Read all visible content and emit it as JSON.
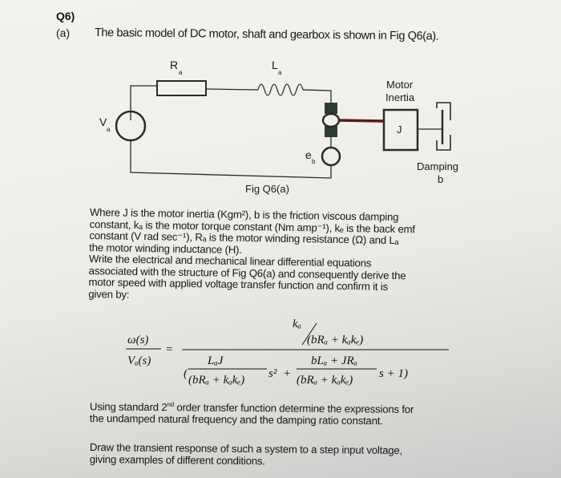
{
  "question": {
    "number": "Q6)",
    "part": "(a)",
    "intro": "The basic model of DC motor, shaft and gearbox is shown in Fig Q6(a)."
  },
  "figure": {
    "caption": "Fig Q6(a)",
    "labels": {
      "resistor": "R",
      "resistor_sub": "a",
      "inductor": "L",
      "inductor_sub": "a",
      "source": "V",
      "source_sub": "a",
      "back_emf": "e",
      "back_emf_sub": "b",
      "inertia_title_1": "Motor",
      "inertia_title_2": "Inertia",
      "inertia_symbol": "J",
      "damping_title": "Damping",
      "damping_symbol": "b"
    },
    "colors": {
      "line": "#2a2a2a",
      "armature": "#2d3a36",
      "shaft": "#5a1a1a"
    }
  },
  "definitions": {
    "lines": [
      "Where J is the motor inertia (Kgm²), b is the friction viscous damping",
      "constant, kₐ is the motor torque constant (Nm amp⁻¹), kₑ is the back emf",
      "constant (V rad sec⁻¹), Rₐ is the motor winding resistance (Ω) and Lₐ",
      "the motor winding inductance (H)."
    ]
  },
  "task1": {
    "lines": [
      "Write the electrical and mechanical linear differential equations",
      "associated with the structure of Fig Q6(a) and consequently derive the",
      "motor speed with applied voltage transfer function and confirm it is",
      "given by:"
    ]
  },
  "equation": {
    "lhs_num": "ω(s)",
    "lhs_den": "Vₐ(s)",
    "rhs_num_top": "kₐ",
    "rhs_num_bottom": "(bRₐ + kₐkₑ)",
    "term1_num": "LₐJ",
    "term1_den": "(bRₐ + kₐkₑ)",
    "term1_power": "s²",
    "term2_num": "bLₐ + JRₐ",
    "term2_den": "(bRₐ + kₐkₑ)",
    "term2_tail": "s + 1)"
  },
  "task2": {
    "text_a": "Using standard 2",
    "sup": "nd",
    "text_b": " order transfer function determine the expressions for",
    "line2": "the undamped natural frequency and the damping ratio constant."
  },
  "task3": {
    "line1": "Draw the transient response of such a system to a step input voltage,",
    "line2": "giving examples of different conditions."
  }
}
